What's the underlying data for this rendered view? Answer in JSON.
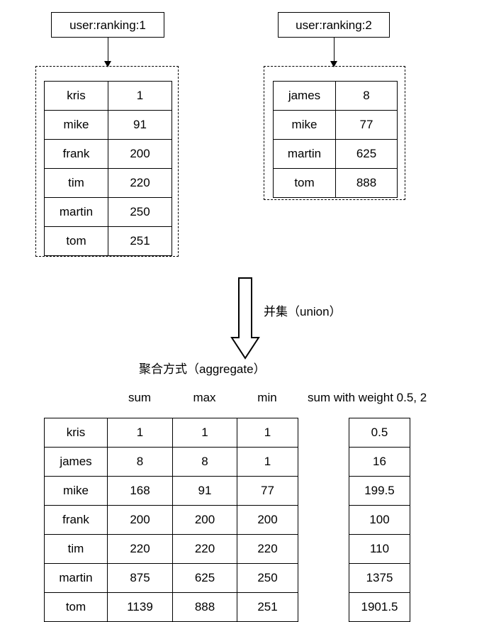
{
  "diagram": {
    "type": "data-flow-diagram",
    "sources": [
      {
        "key_label": "user:ranking:1",
        "rows": [
          {
            "member": "kris",
            "score": "1"
          },
          {
            "member": "mike",
            "score": "91"
          },
          {
            "member": "frank",
            "score": "200"
          },
          {
            "member": "tim",
            "score": "220"
          },
          {
            "member": "martin",
            "score": "250"
          },
          {
            "member": "tom",
            "score": "251"
          }
        ]
      },
      {
        "key_label": "user:ranking:2",
        "rows": [
          {
            "member": "james",
            "score": "8"
          },
          {
            "member": "mike",
            "score": "77"
          },
          {
            "member": "martin",
            "score": "625"
          },
          {
            "member": "tom",
            "score": "888"
          }
        ]
      }
    ],
    "operation": {
      "arrow_label": "并集（union）",
      "aggregate_label": "聚合方式（aggregate）"
    },
    "result": {
      "headers": [
        "sum",
        "max",
        "min"
      ],
      "weight_header": "sum with weight 0.5, 2",
      "rows": [
        {
          "member": "kris",
          "sum": "1",
          "max": "1",
          "min": "1",
          "weighted": "0.5"
        },
        {
          "member": "james",
          "sum": "8",
          "max": "8",
          "min": "1",
          "weighted": "16"
        },
        {
          "member": "mike",
          "sum": "168",
          "max": "91",
          "min": "77",
          "weighted": "199.5"
        },
        {
          "member": "frank",
          "sum": "200",
          "max": "200",
          "min": "200",
          "weighted": "100"
        },
        {
          "member": "tim",
          "sum": "220",
          "max": "220",
          "min": "220",
          "weighted": "110"
        },
        {
          "member": "martin",
          "sum": "875",
          "max": "625",
          "min": "250",
          "weighted": "1375"
        },
        {
          "member": "tom",
          "sum": "1139",
          "max": "888",
          "min": "251",
          "weighted": "1901.5"
        }
      ]
    },
    "colors": {
      "stroke": "#000000",
      "background": "#ffffff",
      "text": "#000000"
    }
  }
}
